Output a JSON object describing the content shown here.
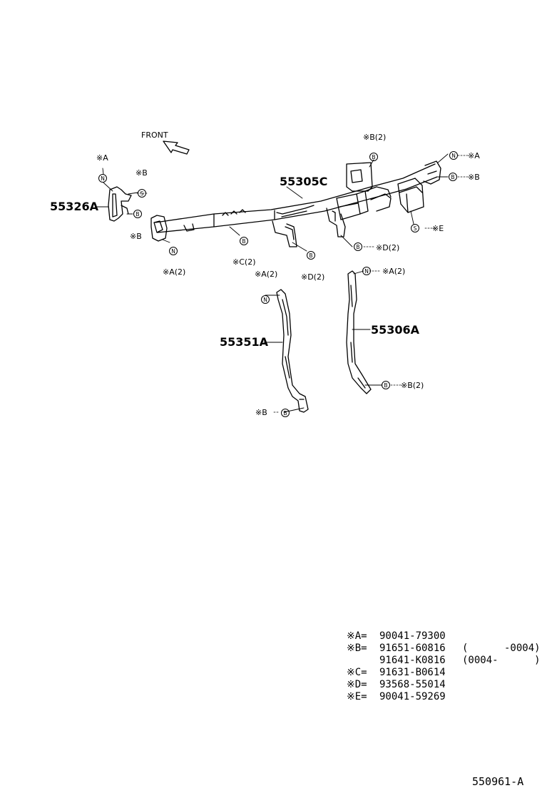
{
  "front_label": "FRONT",
  "parts": {
    "p55305C": "55305C",
    "p55326A": "55326A",
    "p55351A": "55351A",
    "p55306A": "55306A"
  },
  "callouts": {
    "a_left_top": "※A",
    "b_left_top": "※B",
    "b_left_bottom": "※B",
    "a2_left": "※A(2)",
    "c2": "※C(2)",
    "d2_mid": "※D(2)",
    "d2_right": "※D(2)",
    "b2_top": "※B(2)",
    "a_right": "※A",
    "b_right": "※B",
    "e_right": "※E",
    "a2_55351": "※A(2)",
    "b_55351": "※B",
    "a2_55306": "※A(2)",
    "b2_55306": "※B(2)"
  },
  "fastener_symbols": {
    "nut": "N",
    "bolt": "B",
    "screw": "S"
  },
  "legend": [
    {
      "key": "※A=",
      "part": "90041-79300",
      "note": ""
    },
    {
      "key": "※B=",
      "part": "91651-60816",
      "note": "(      -0004)"
    },
    {
      "key": "",
      "part": "91641-K0816",
      "note": "(0004-      )"
    },
    {
      "key": "※C=",
      "part": "91631-B0614",
      "note": ""
    },
    {
      "key": "※D=",
      "part": "93568-55014",
      "note": ""
    },
    {
      "key": "※E=",
      "part": "90041-59269",
      "note": ""
    }
  ],
  "diagram_code": "550961-A"
}
